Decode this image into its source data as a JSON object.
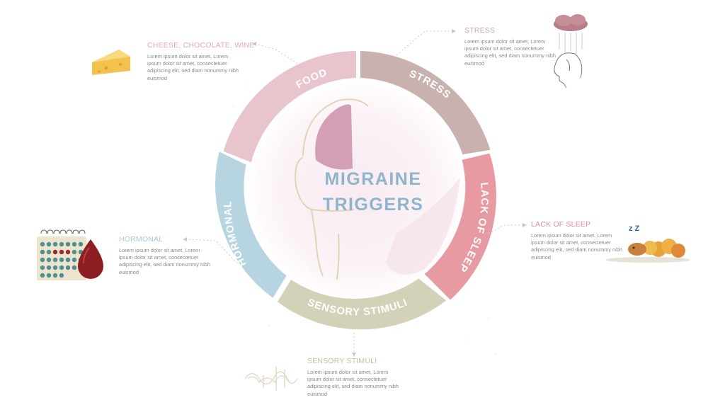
{
  "diagram": {
    "title_line1": "MIGRAINE",
    "title_line2": "TRIGGERS",
    "segments": [
      {
        "key": "food",
        "label": "FOOD",
        "color": "#e8c4cd"
      },
      {
        "key": "stress",
        "label": "STRESS",
        "color": "#c9b1b0"
      },
      {
        "key": "lack-of-sleep",
        "label": "LACK OF SLEEP",
        "color": "#e79aa1"
      },
      {
        "key": "sensory-stimuli",
        "label": "SENSORY STIMULI",
        "color": "#d4d1b9"
      },
      {
        "key": "hormonal",
        "label": "HORMONAL",
        "color": "#b7d5e1"
      }
    ],
    "head_brain_color": "#d29fb7",
    "head_outline_color": "#e3d3b8"
  },
  "callouts": {
    "food": {
      "title": "CHEESE, CHOCOLATE, WINE",
      "title_color": "#e7a7b5",
      "body": "Lorem ipsum dolor sit amet, Lorem ipsum dolor sit amet, consectetuer adipiscing elit, sed diam nonummy nibh euismod",
      "icon": "cheese-icon"
    },
    "stress": {
      "title": "STRESS",
      "title_color": "#c7a9ab",
      "body": "Lorem ipsum dolor sit amet, Lorem ipsum dolor sit amet, consectetuer adipiscing elit, sed diam nonummy nibh euismod",
      "icon": "storm-cloud-head-icon"
    },
    "lack_of_sleep": {
      "title": "LACK OF SLEEP",
      "title_color": "#e58c93",
      "body": "Lorem ipsum dolor sit amet, Lorem ipsum dolor sit amet, consectetuer adipiscing elit, sed diam nonummy nibh euismod",
      "icon": "sleeping-sheep-icon",
      "zz_text": "z Z"
    },
    "sensory_stimuli": {
      "title": "SENSORY STIMULI",
      "title_color": "#cdbf93",
      "body": "Lorem ipsum dolor sit amet, Lorem ipsum dolor sit amet, consectetuer adipiscing elit, sed diam nonummy nibh euismod",
      "icon": "sound-wave-icon"
    },
    "hormonal": {
      "title": "HORMONAL",
      "title_color": "#a7c9d8",
      "body": "Lorem ipsum dolor sit amet, Lorem ipsum dolor sit amet, consectetuer adipiscing elit, sed diam nonummy nibh euismod",
      "icon": "calendar-blood-drop-icon"
    }
  },
  "connector_color": "#cfc7c7"
}
